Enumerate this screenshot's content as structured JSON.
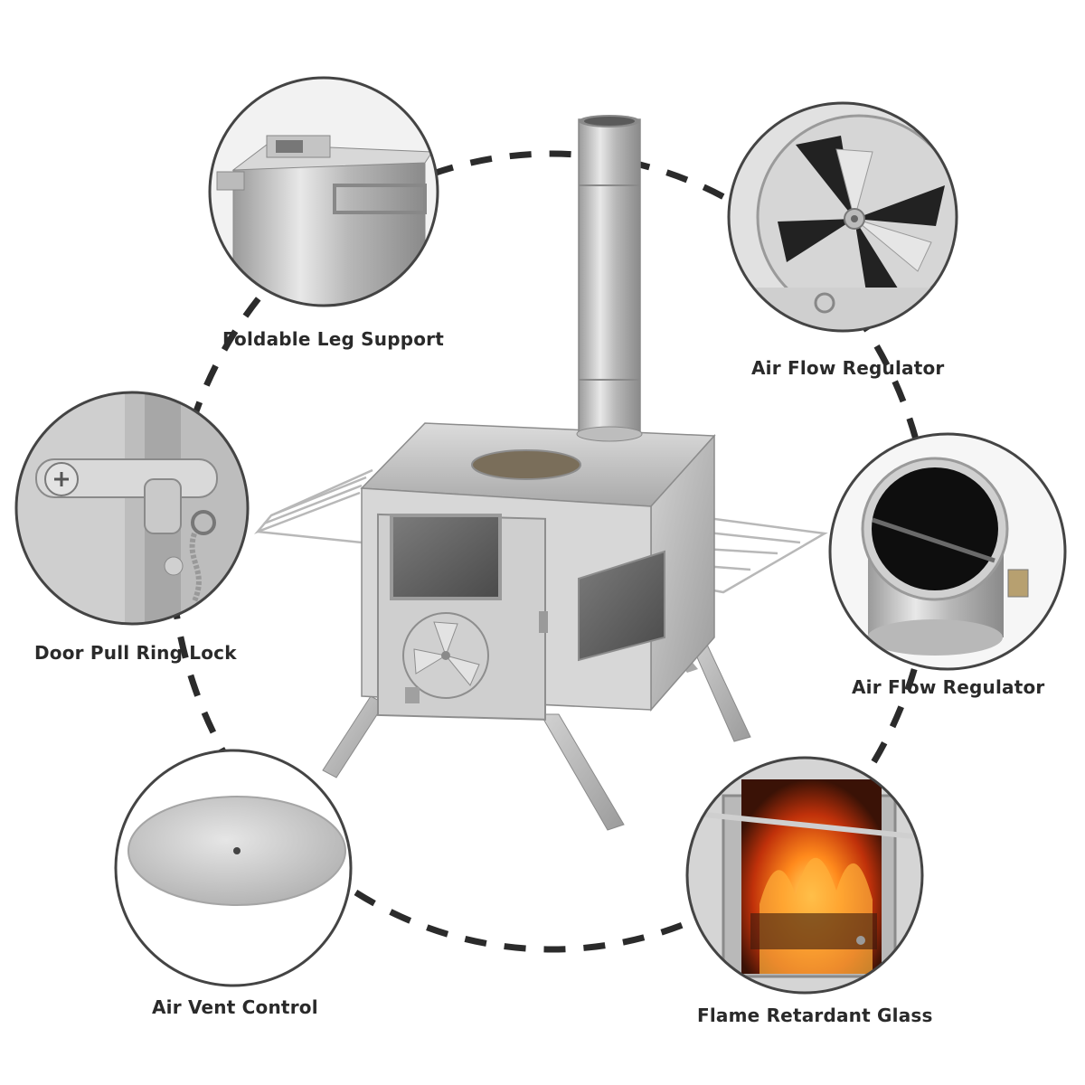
{
  "features": [
    {
      "id": "leg",
      "label": "Foldable Leg Support"
    },
    {
      "id": "air1",
      "label": "Air Flow Regulator"
    },
    {
      "id": "door",
      "label": "Door Pull Ring Lock"
    },
    {
      "id": "air2",
      "label": "Air Flow Regulator"
    },
    {
      "id": "vent",
      "label": "Air Vent Control"
    },
    {
      "id": "glass",
      "label": "Flame Retardant Glass"
    }
  ],
  "colors": {
    "background": "#ffffff",
    "circle_border": "#444444",
    "dashed_ring": "#2b2b2b",
    "steel": "#c9c9c9",
    "label_text": "#2a2a2a"
  }
}
